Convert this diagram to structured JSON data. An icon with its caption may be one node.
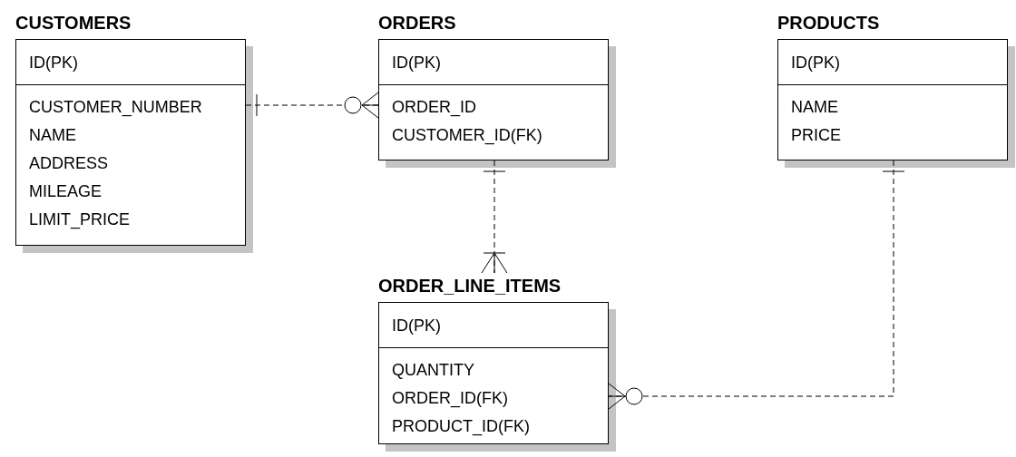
{
  "diagram": {
    "nodes": [
      {
        "text": [
          "CUSTOMERS",
          "ID(PK)",
          "CUSTOMER_NUMBER",
          "NAME",
          "ADDRESS",
          "MILEAGE",
          "LIMIT_PRICE"
        ]
      },
      {
        "text": [
          "ORDERS",
          "ID(PK)",
          "ORDER_ID",
          "CUSTOMER_ID(FK)"
        ]
      },
      {
        "text": [
          "PRODUCTS",
          "ID(PK)",
          "NAME",
          "PRICE"
        ]
      },
      {
        "text": [
          "ORDER_LINE_ITEMS",
          "ID(PK)",
          "QUANTITY",
          "ORDER_ID(FK)",
          "PRODUCT_ID(FK)"
        ]
      }
    ],
    "edges": [
      {
        "from": 0,
        "to": 1,
        "arrow": "other",
        "style": "dashed"
      },
      {
        "from": 1,
        "to": 3,
        "arrow": "other",
        "style": "dashed"
      },
      {
        "from": 2,
        "to": 3,
        "arrow": "other",
        "style": "dashed"
      }
    ]
  }
}
